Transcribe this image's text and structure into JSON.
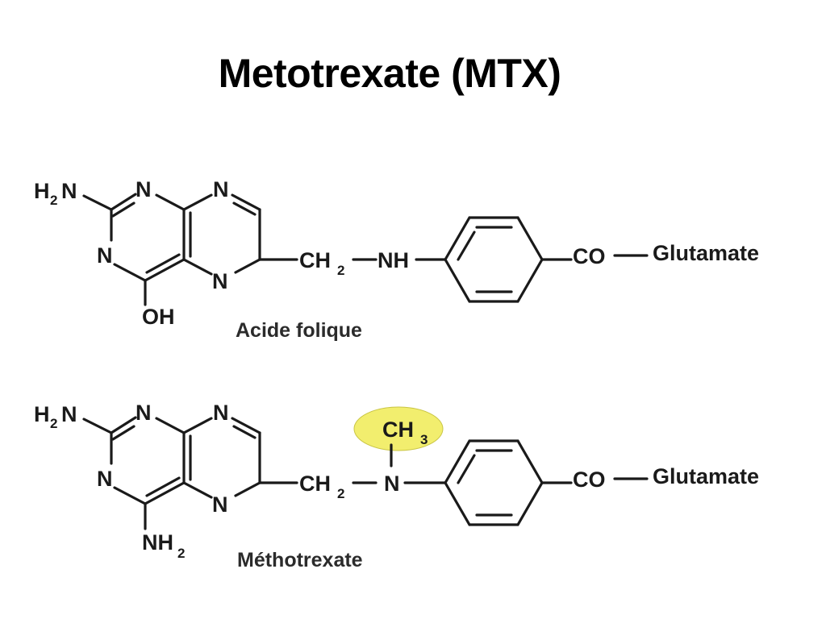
{
  "title": "Metotrexate (MTX)",
  "colors": {
    "highlight": "#f2ee6e",
    "ink": "#1a1a1a",
    "background": "#ffffff"
  },
  "molecules": [
    {
      "name": "Acide folique",
      "atoms": {
        "amine_left": "H",
        "amine_left_sub": "2",
        "amine_left_tail": "N",
        "ring_n1": "N",
        "ring_n2": "N",
        "ring_n3": "N",
        "ring_n4": "N",
        "substituent": "OH",
        "methylene": "CH",
        "methylene_sub": "2",
        "linker": "NH",
        "carbonyl": "CO",
        "tail": "Glutamate"
      }
    },
    {
      "name": "Méthotrexate",
      "atoms": {
        "amine_left": "H",
        "amine_left_sub": "2",
        "amine_left_tail": "N",
        "ring_n1": "N",
        "ring_n2": "N",
        "ring_n3": "N",
        "ring_n4": "N",
        "substituent": "NH",
        "substituent_sub": "2",
        "methylene": "CH",
        "methylene_sub": "2",
        "linker": "N",
        "methyl": "CH",
        "methyl_sub": "3",
        "carbonyl": "CO",
        "tail": "Glutamate"
      }
    }
  ]
}
